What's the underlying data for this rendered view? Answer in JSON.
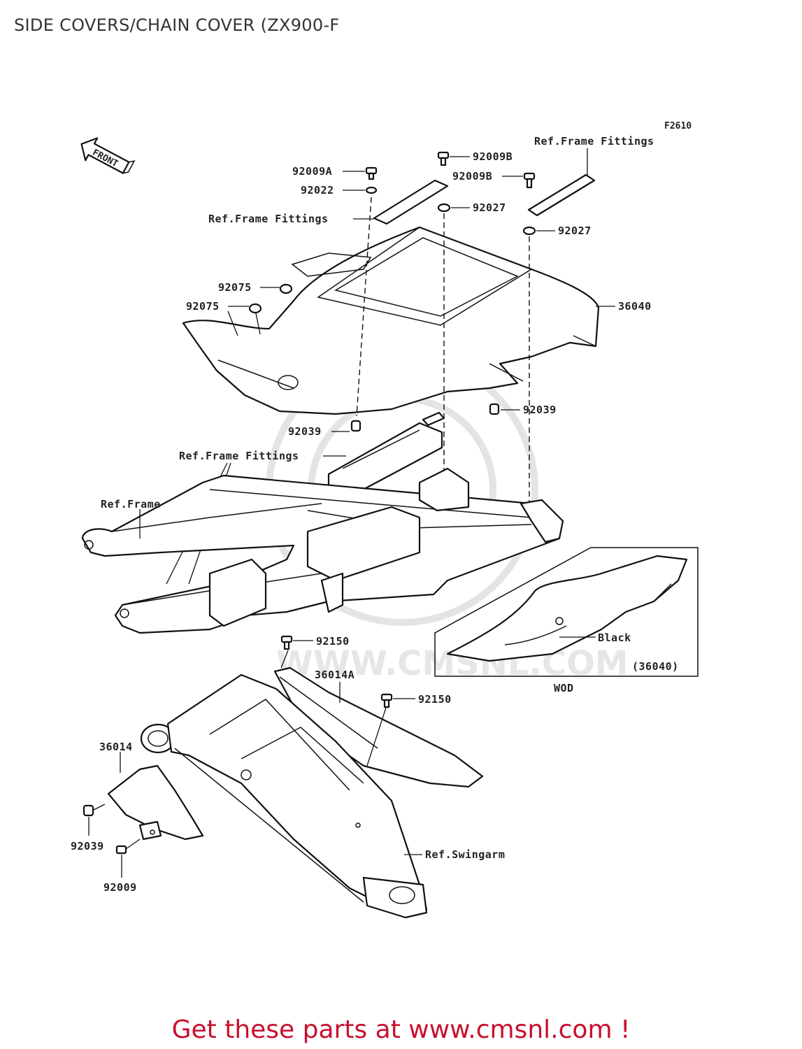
{
  "header": {
    "title": "SIDE COVERS/CHAIN COVER (ZX900-F"
  },
  "figure": {
    "code": "F2610",
    "front_marker": "FRONT"
  },
  "callouts": {
    "p92009A": "92009A",
    "p92022": "92022",
    "p92009B_top": "92009B",
    "p92009B_right": "92009B",
    "p92027_left": "92027",
    "p92027_right": "92027",
    "p92075_upper": "92075",
    "p92075_lower": "92075",
    "p36040": "36040",
    "p92039_mid": "92039",
    "p92039_right": "92039",
    "p92150_top": "92150",
    "p92150_right": "92150",
    "p36014A": "36014A",
    "p36014": "36014",
    "p92039_bottom": "92039",
    "p92009": "92009"
  },
  "refs": {
    "frame_fittings_top": "Ref.Frame Fittings",
    "frame_fittings_left": "Ref.Frame Fittings",
    "frame_fittings_mid": "Ref.Frame Fittings",
    "frame": "Ref.Frame",
    "swingarm": "Ref.Swingarm"
  },
  "inset": {
    "color_label": "Black",
    "part_ref": "(36040)",
    "note": "WOD"
  },
  "watermark": "WWW.CMSNL.COM",
  "footer": {
    "promo": "Get these parts at www.cmsnl.com !"
  }
}
